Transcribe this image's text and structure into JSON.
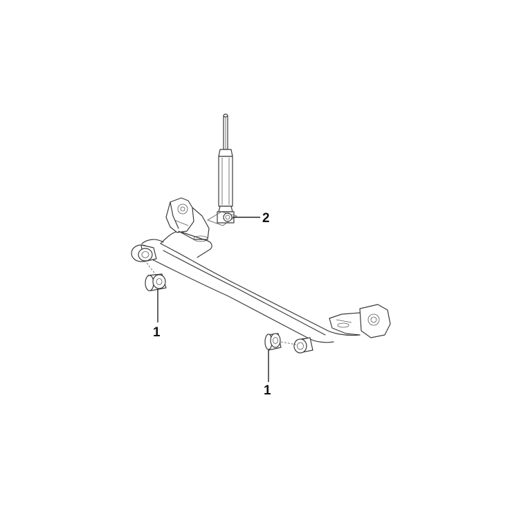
{
  "callouts": [
    {
      "id": "bushing-left",
      "label": "1"
    },
    {
      "id": "bushing-right",
      "label": "1"
    },
    {
      "id": "shock-bushing",
      "label": "2"
    }
  ],
  "colors": {
    "line": "#3a3a3a",
    "label": "#111111",
    "background": "#ffffff"
  }
}
